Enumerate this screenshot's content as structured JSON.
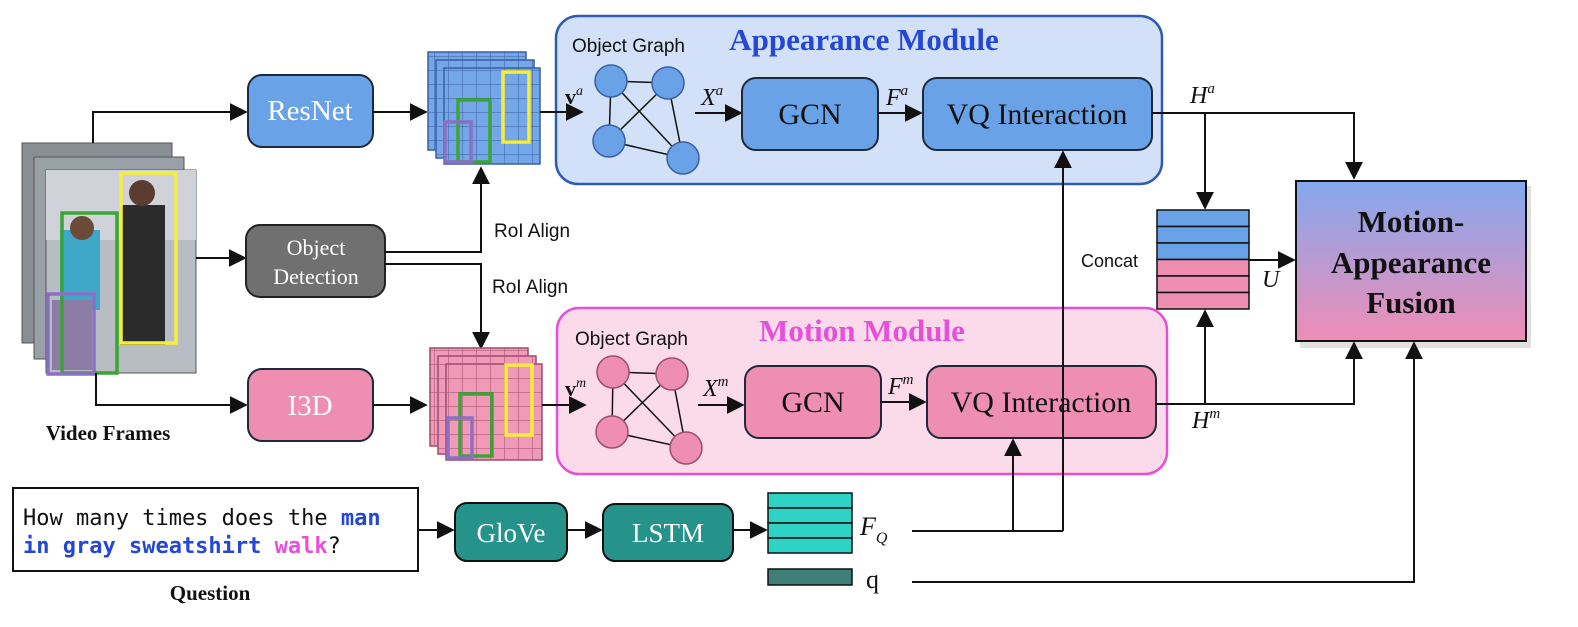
{
  "colors": {
    "appearance_accent": "#2447d6",
    "motion_accent": "#e64fd9",
    "resnet_blue": "#6aa2e8",
    "i3d_pink": "#ee8fb2",
    "teal": "#25938a",
    "cyan_feature": "#2fd3c6",
    "gray_box": "#707070"
  },
  "video_frames": {
    "label": "Video Frames"
  },
  "backbones": {
    "resnet": "ResNet",
    "detection_line1": "Object",
    "detection_line2": "Detection",
    "i3d": "I3D"
  },
  "roi": {
    "align_top": "RoI Align",
    "align_bottom": "RoI Align"
  },
  "appearance": {
    "title": "Appearance Module",
    "graph_label": "Object Graph",
    "v_sym": "v",
    "v_sup": "a",
    "x_sym": "X",
    "x_sup": "a",
    "gcn": "GCN",
    "f_sym": "F",
    "f_sup": "a",
    "vq": "VQ Interaction",
    "h_sym": "H",
    "h_sup": "a"
  },
  "motion": {
    "title": "Motion Module",
    "graph_label": "Object Graph",
    "v_sym": "v",
    "v_sup": "m",
    "x_sym": "X",
    "x_sup": "m",
    "gcn": "GCN",
    "f_sym": "F",
    "f_sup": "m",
    "vq": "VQ Interaction",
    "h_sym": "H",
    "h_sup": "m"
  },
  "concat": {
    "label": "Concat",
    "u": "U"
  },
  "fusion": {
    "line1": "Motion-",
    "line2": "Appearance",
    "line3": "Fusion"
  },
  "question": {
    "part1": "How many times does the ",
    "part2": "man",
    "part3": "in gray sweatshirt",
    "part4": " walk",
    "part5": "?",
    "label": "Question"
  },
  "text_encoder": {
    "glove": "GloVe",
    "lstm": "LSTM",
    "fq_sym": "F",
    "fq_sub": "Q",
    "q": "q"
  }
}
